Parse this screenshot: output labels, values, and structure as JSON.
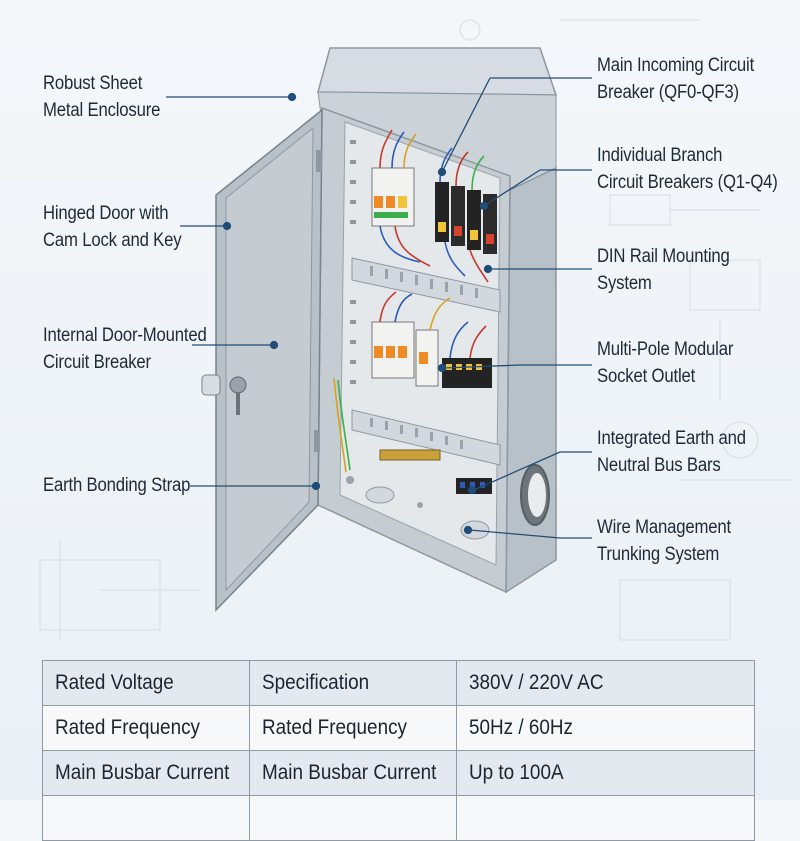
{
  "labels": {
    "enclosure": [
      "Robust Sheet",
      "Metal Enclosure"
    ],
    "hinged_door": [
      "Hinged Door with",
      "Cam Lock and Key"
    ],
    "door_breaker": [
      "Internal Door-Mounted",
      "Circuit Breaker"
    ],
    "earth_strap": [
      "Earth Bonding Strap"
    ],
    "main_breaker": [
      "Main Incoming Circuit",
      "Breaker (QF0-QF3)"
    ],
    "branch_breakers": [
      "Individual Branch",
      "Circuit Breakers (Q1-Q4)"
    ],
    "din_rail": [
      "DIN Rail Mounting",
      "System"
    ],
    "socket_outlet": [
      "Multi-Pole Modular",
      "Socket Outlet"
    ],
    "bus_bars": [
      "Integrated Earth and",
      "Neutral Bus Bars"
    ],
    "trunking": [
      "Wire Management",
      "Trunking System"
    ]
  },
  "spec_table": {
    "rows": [
      [
        "Rated Voltage",
        "Specification",
        "380V / 220V AC"
      ],
      [
        "Rated Frequency",
        "Rated Frequency",
        "50Hz / 60Hz"
      ],
      [
        "Main Busbar Current",
        "Main Busbar Current",
        "Up to 100A"
      ],
      [
        "",
        "",
        ""
      ]
    ]
  },
  "colors": {
    "leader_line": "#1f4e79",
    "enclosure": "#c9d0d6",
    "breaker_orange": "#f08a24",
    "breaker_black": "#232323"
  }
}
